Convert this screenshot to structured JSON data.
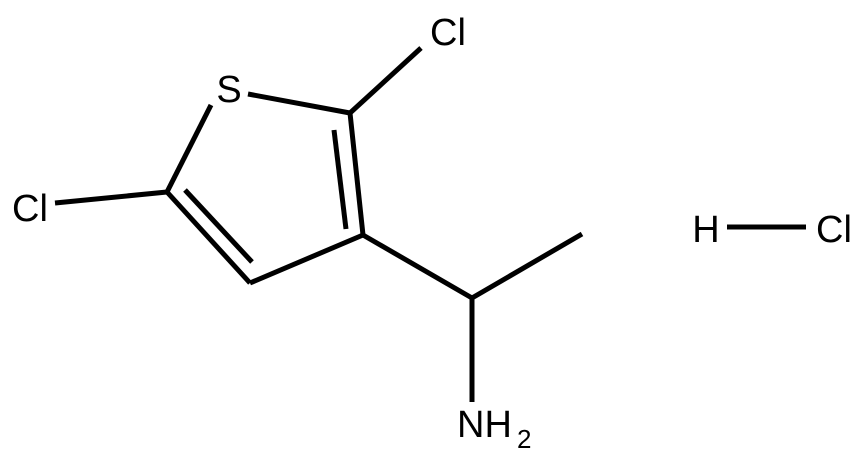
{
  "molecule": {
    "atoms": {
      "sulfur": "S",
      "chlorine_top": "Cl",
      "chlorine_left": "Cl",
      "amine": "NH",
      "amine_subscript": "2"
    },
    "salt": {
      "hydrogen": "H",
      "chlorine": "Cl"
    }
  },
  "colors": {
    "bond": "#000000",
    "text": "#000000",
    "background": "#ffffff"
  }
}
